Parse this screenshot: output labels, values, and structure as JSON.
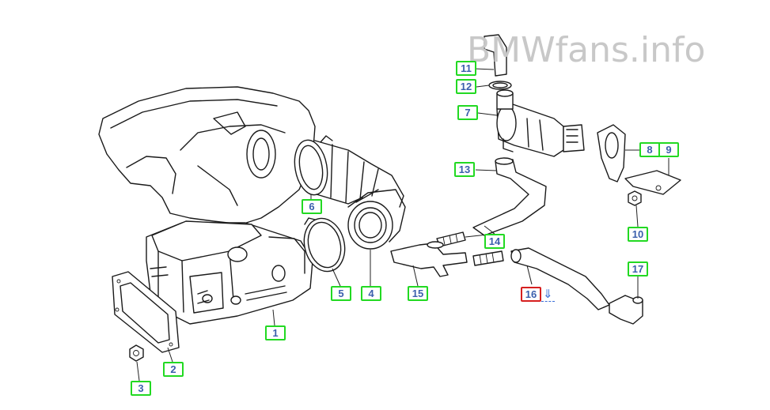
{
  "watermark": "BMWfans.info",
  "callouts": [
    {
      "label": "1",
      "state": "normal"
    },
    {
      "label": "2",
      "state": "normal"
    },
    {
      "label": "3",
      "state": "normal"
    },
    {
      "label": "4",
      "state": "normal"
    },
    {
      "label": "5",
      "state": "normal"
    },
    {
      "label": "6",
      "state": "normal"
    },
    {
      "label": "7",
      "state": "normal"
    },
    {
      "label": "8",
      "state": "normal"
    },
    {
      "label": "9",
      "state": "normal"
    },
    {
      "label": "10",
      "state": "normal"
    },
    {
      "label": "11",
      "state": "normal"
    },
    {
      "label": "12",
      "state": "normal"
    },
    {
      "label": "13",
      "state": "normal"
    },
    {
      "label": "14",
      "state": "normal"
    },
    {
      "label": "15",
      "state": "normal"
    },
    {
      "label": "16",
      "state": "selected"
    },
    {
      "label": "17",
      "state": "normal"
    }
  ],
  "colors": {
    "callout_border": "#22d922",
    "callout_selected_border": "#d61f1f",
    "callout_text": "#3b5fad",
    "watermark": "#c8c8c8"
  },
  "link_icon": "down-arrow-icon"
}
